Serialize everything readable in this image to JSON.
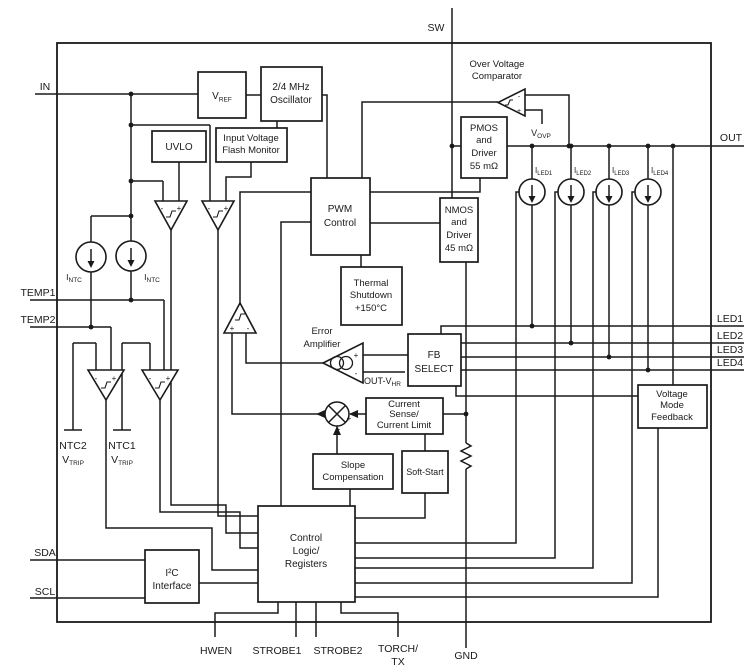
{
  "colors": {
    "line": "#1a1a1a",
    "background": "#ffffff"
  },
  "signs": {
    "plus": "+",
    "minus": "-"
  },
  "pins": {
    "sw": "SW",
    "in": "IN",
    "out": "OUT",
    "temp1": "TEMP1",
    "temp2": "TEMP2",
    "sda": "SDA",
    "scl": "SCL",
    "hwen": "HWEN",
    "strobe1": "STROBE1",
    "strobe2": "STROBE2",
    "torch": [
      "TORCH/",
      "TX"
    ],
    "gnd": "GND",
    "led1": "LED1",
    "led2": "LED2",
    "led3": "LED3",
    "led4": "LED4"
  },
  "blocks": {
    "vref": {
      "main": "V",
      "sub": "REF"
    },
    "osc": [
      "2/4 MHz",
      "Oscillator"
    ],
    "uvlo": [
      "UVLO"
    ],
    "ivfm": [
      "Input Voltage",
      "Flash Monitor"
    ],
    "pwm": [
      "PWM",
      "Control"
    ],
    "thermal": [
      "Thermal",
      "Shutdown",
      "+150°C"
    ],
    "pmos": [
      "PMOS",
      "and",
      "Driver",
      "55 mΩ"
    ],
    "nmos": [
      "NMOS",
      "and",
      "Driver",
      "45 mΩ"
    ],
    "fb": [
      "FB",
      "SELECT"
    ],
    "vmf": [
      "Voltage",
      "Mode",
      "Feedback"
    ],
    "cs": [
      "Current",
      "Sense/",
      "Current Limit"
    ],
    "slope": [
      "Slope",
      "Compensation"
    ],
    "soft": [
      "Soft-Start"
    ],
    "ctrl": [
      "Control",
      "Logic/",
      "Registers"
    ],
    "i2c": [
      "I²C",
      "Interface"
    ]
  },
  "annotations": {
    "ovc": [
      "Over Voltage",
      "Comparator"
    ],
    "vovp": {
      "main": "V",
      "sub": "OVP"
    },
    "error_amp": [
      "Error",
      "Amplifier"
    ],
    "out_vhr": {
      "main": "OUT-V",
      "sub": "HR"
    },
    "intc": {
      "main": "I",
      "sub": "NTC"
    },
    "iled1": {
      "main": "I",
      "sub": "LED1"
    },
    "iled2": {
      "main": "I",
      "sub": "LED2"
    },
    "iled3": {
      "main": "I",
      "sub": "LED3"
    },
    "iled4": {
      "main": "I",
      "sub": "LED4"
    },
    "ntc2": {
      "name": "NTC2",
      "vmain": "V",
      "vsub": "TRIP"
    },
    "ntc1": {
      "name": "NTC1",
      "vmain": "V",
      "vsub": "TRIP"
    }
  }
}
